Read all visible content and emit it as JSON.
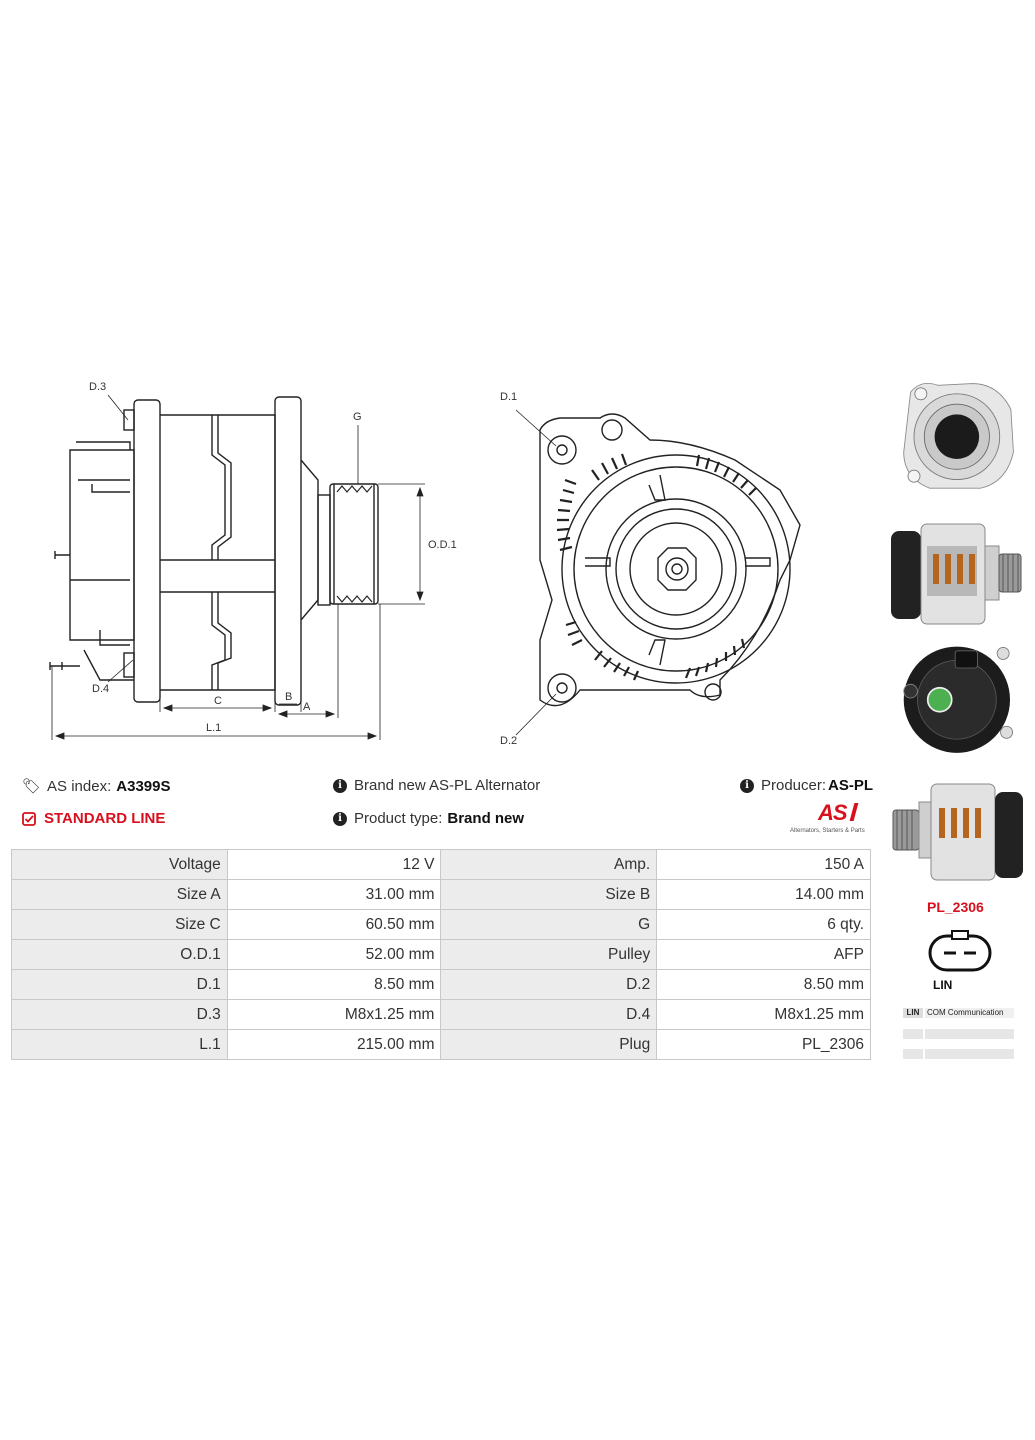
{
  "drawing_labels": {
    "d3": "D.3",
    "d4": "D.4",
    "d1": "D.1",
    "d2": "D.2",
    "g": "G",
    "od1": "O.D.1",
    "a": "A",
    "b": "B",
    "c": "C",
    "l1": "L.1"
  },
  "info": {
    "as_index_label": "AS index:",
    "as_index_value": "A3399S",
    "description": "Brand new AS-PL Alternator",
    "producer_label": "Producer:",
    "producer_value": "AS-PL",
    "line": "STANDARD LINE",
    "product_type_label": "Product type:",
    "product_type_value": "Brand new"
  },
  "logo": {
    "text": "AS",
    "tagline": "Alternators, Starters & Parts"
  },
  "specs": [
    {
      "l1": "Voltage",
      "v1": "12 V",
      "l2": "Amp.",
      "v2": "150 A"
    },
    {
      "l1": "Size A",
      "v1": "31.00 mm",
      "l2": "Size B",
      "v2": "14.00 mm"
    },
    {
      "l1": "Size C",
      "v1": "60.50 mm",
      "l2": "G",
      "v2": "6 qty."
    },
    {
      "l1": "O.D.1",
      "v1": "52.00 mm",
      "l2": "Pulley",
      "v2": "AFP"
    },
    {
      "l1": "D.1",
      "v1": "8.50 mm",
      "l2": "D.2",
      "v2": "8.50 mm"
    },
    {
      "l1": "D.3",
      "v1": "M8x1.25 mm",
      "l2": "D.4",
      "v2": "M8x1.25 mm"
    },
    {
      "l1": "L.1",
      "v1": "215.00 mm",
      "l2": "Plug",
      "v2": "PL_2306"
    }
  ],
  "plug": {
    "code": "PL_2306",
    "pin_label": "LIN",
    "table": [
      {
        "pin": "LIN",
        "desc": "COM Communication"
      }
    ]
  },
  "colors": {
    "accent": "#d8101d",
    "table_label_bg": "#ececec",
    "border": "#c8c8c8"
  },
  "icons": [
    "tags-icon",
    "info-icon",
    "check-square-icon"
  ]
}
